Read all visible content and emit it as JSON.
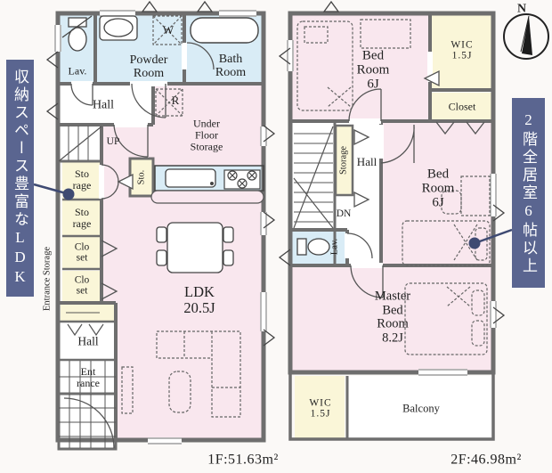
{
  "callouts": {
    "left": "収納スペース豊富なLDK",
    "right": "2階全居室6帖以上"
  },
  "compass": {
    "label": "N"
  },
  "floor1": {
    "area": "1F:51.63m²",
    "labels": {
      "lav": "Lav.",
      "powder_room": "Powder\nRoom",
      "bath_room": "Bath\nRoom",
      "washer": "W",
      "hall_upper": "Hall",
      "fridge": "R",
      "under_floor_storage": "Under\nFloor\nStorage",
      "up": "UP",
      "storage_1": "Sto\nrage",
      "storage_2": "Sto\nrage",
      "storage_kitchen": "Sto.",
      "closet_1": "Clo\nset",
      "closet_2": "Clo\nset",
      "entrance_storage": "Entrance Storage",
      "hall_lower": "Hall",
      "entrance": "Ent\nrance",
      "ldk": "LDK\n20.5J"
    }
  },
  "floor2": {
    "area": "2F:46.98m²",
    "labels": {
      "bed_room_1": "Bed\nRoom\n6J",
      "wic_upper": "WIC\n1.5J",
      "closet": "Closet",
      "storage": "Storage",
      "hall": "Hall",
      "dn": "DN",
      "lav": "Lav.",
      "bed_room_2": "Bed\nRoom\n6J",
      "master_bed_room": "Master\nBed\nRoom\n8.2J",
      "wic_lower": "WIC\n1.5J",
      "balcony": "Balcony"
    }
  },
  "colors": {
    "room_pink": "#f9e7ee",
    "room_blue": "#d9ecf6",
    "room_yellow": "#faf6d8",
    "wall_gray": "#6e6e6e",
    "callout_bg": "#5a6590",
    "leader_navy": "#3e4a72",
    "background": "#fbf9f7"
  }
}
